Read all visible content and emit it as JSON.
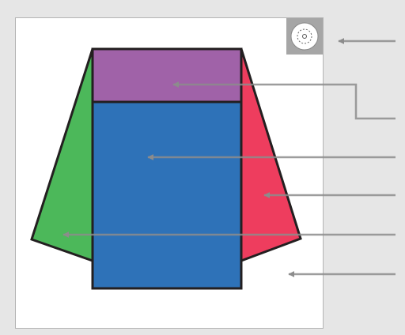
{
  "diagram": {
    "colors": {
      "page_background": "#e6e6e6",
      "canvas_background": "#ffffff",
      "canvas_border": "#b3b3b3",
      "top_panel": "#a062a8",
      "front_panel": "#2e72b8",
      "right_flap": "#ee3d5e",
      "left_flap": "#4cb85a",
      "outline": "#231f20",
      "callout_lines": "#8c8c8c",
      "icon_tile": "#a6a6a6"
    },
    "icons": {
      "corner_badge": "target-icon"
    },
    "callouts": [
      "canvas-badge",
      "top-panel",
      "front-panel",
      "right-flap",
      "left-flap",
      "canvas-background"
    ]
  }
}
